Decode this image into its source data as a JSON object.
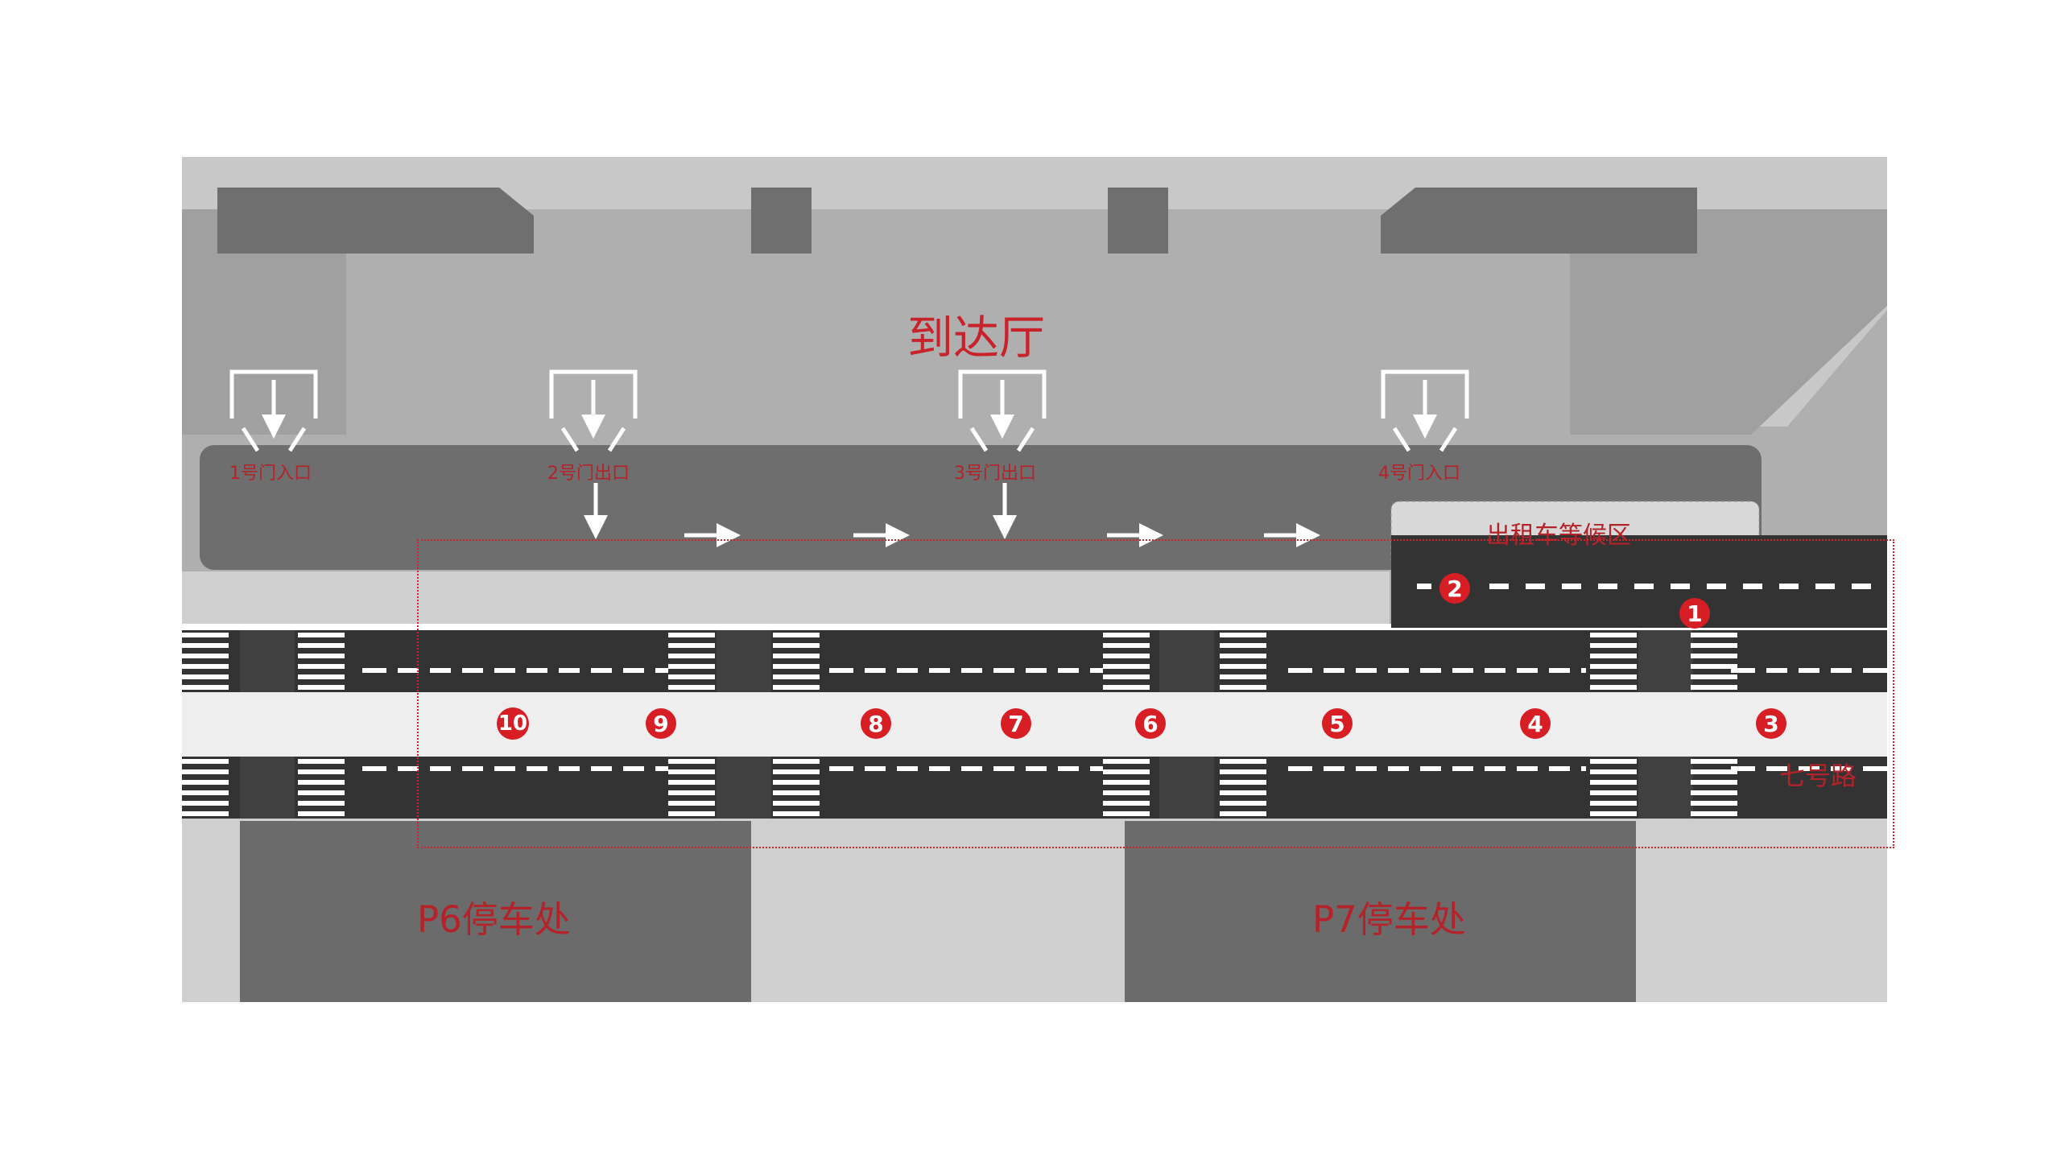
{
  "map": {
    "arrival_hall_label": "到达厅",
    "doors": [
      {
        "label": "1号门入口"
      },
      {
        "label": "2号门出口"
      },
      {
        "label": "3号门出口"
      },
      {
        "label": "4号门入口"
      }
    ],
    "taxi_waiting_area": "出租车等候区",
    "road_name": "七号路",
    "parking": [
      {
        "label": "P6停车处"
      },
      {
        "label": "P7停车处"
      }
    ],
    "pickup_points": [
      "1",
      "2",
      "3",
      "4",
      "5",
      "6",
      "7",
      "8",
      "9",
      "10"
    ],
    "colors": {
      "accent_red": "#d81e25",
      "label_red": "#b4232a",
      "building_gray": "#b0afb0",
      "dark_block": "#6b6b6b",
      "asphalt": "#333333",
      "sidewalk": "#efeeef"
    }
  }
}
